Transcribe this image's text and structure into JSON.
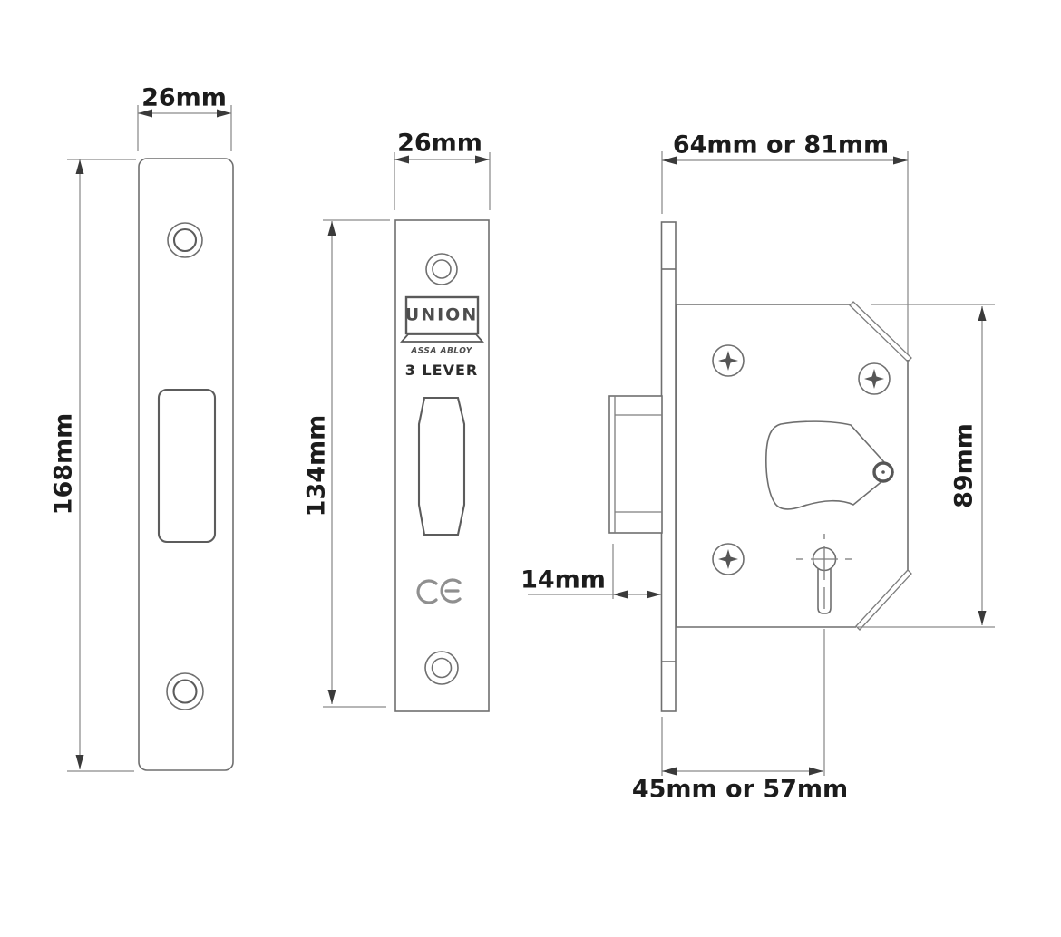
{
  "drawing": {
    "background_color": "#ffffff",
    "line_color": "#6f6f6f",
    "dimension_line_color": "#8a8a8a",
    "arrow_color": "#3a3a3a",
    "text_color": "#1c1c1c",
    "views": {
      "strike_plate": {
        "width_label": "26mm",
        "height_label": "168mm"
      },
      "faceplate": {
        "width_label": "26mm",
        "height_label": "134mm",
        "logo_text": "UNION",
        "logo_subtext": "ASSA ABLOY",
        "lever_text": "3 LEVER",
        "ce_mark": "CE"
      },
      "lock_body": {
        "width_label": "64mm or 81mm",
        "height_label": "89mm",
        "bolt_throw_label": "14mm",
        "backset_label": "45mm or 57mm"
      }
    }
  }
}
